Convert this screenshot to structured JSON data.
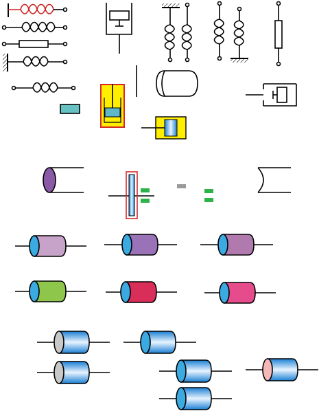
{
  "palette": {
    "stroke": "#000000",
    "spring_red": "#cc2222",
    "teal": "#66c2c2",
    "yellow": "#ffee00",
    "frame_red": "#d62a2a",
    "blue": "#1a7fd4",
    "blue_light": "#ffffff",
    "green_small": "#2db34a",
    "gray_small": "#9a9a9a",
    "end_blue": "#3aaae0",
    "end_gray": "#c8c8c8",
    "end_pink": "#f5b8b8",
    "body_lavender": "#c7a3c9",
    "body_violet": "#9a72b8",
    "body_mauve": "#b07aae",
    "body_green": "#8ec64c",
    "body_crimson": "#d92d5a",
    "body_rose": "#e64c8c",
    "body_purple_end": "#8a5aa8"
  },
  "symbols": {
    "springs": [
      "spring-red",
      "spring-black-1",
      "resistor-horizontal",
      "spring-wall",
      "spring-free",
      "spring-vertical-pair-1",
      "spring-vertical-pair-2"
    ],
    "dampers": [
      "damper-vertical",
      "damper-horizontal",
      "damper-yellow-vertical",
      "damper-yellow-horizontal"
    ],
    "cylinders": [
      "cylinder-purple-row-1",
      "cylinder-row-2",
      "cylinder-blue-stack"
    ]
  }
}
